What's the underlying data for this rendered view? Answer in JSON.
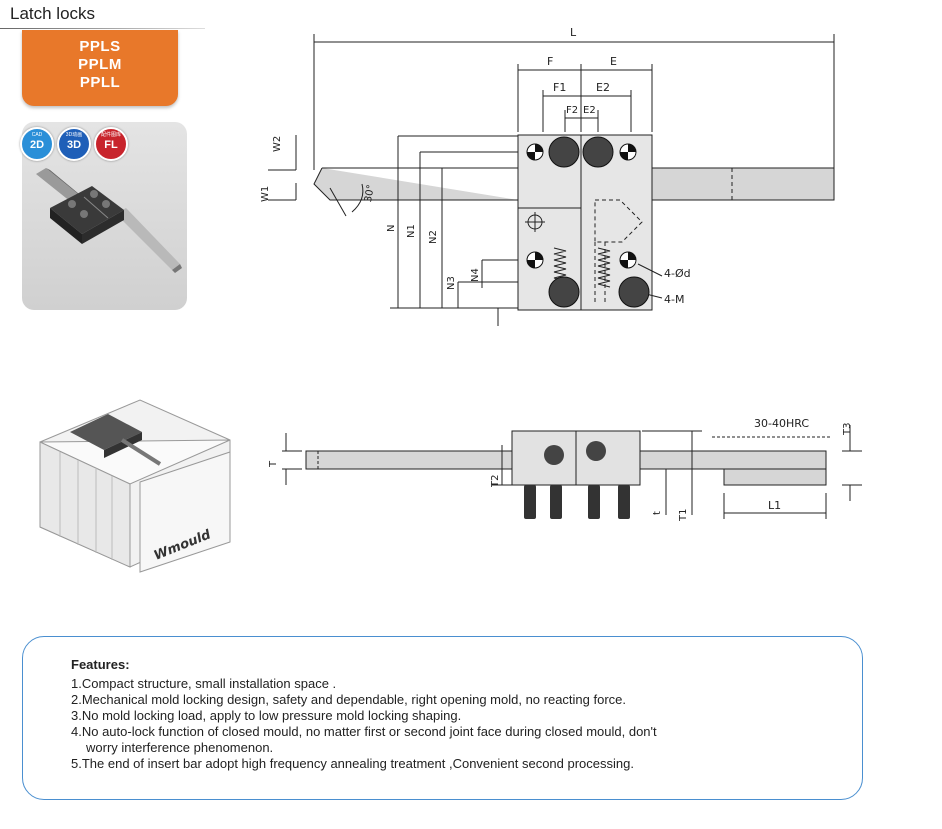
{
  "header": {
    "title": "Latch locks"
  },
  "models": [
    "PPLS",
    "PPLM",
    "PPLL"
  ],
  "badges": [
    {
      "small": "CAD",
      "big": "2D",
      "color": "#2a8fd8"
    },
    {
      "small": "3D动画",
      "big": "3D",
      "color": "#1f5fb8"
    },
    {
      "small": "配件图库",
      "big": "FL",
      "color": "#c8242c"
    }
  ],
  "drawing_top": {
    "L": "L",
    "F": "F",
    "E": "E",
    "F1": "F1",
    "E2": "E2",
    "F2": "F2",
    "E2b": "E2",
    "W2": "W2",
    "W1": "W1",
    "angle": "30°",
    "N": "N",
    "N1": "N1",
    "N2": "N2",
    "N3": "N3",
    "N4": "N4",
    "hole": "4-Ød",
    "screw": "4-M"
  },
  "drawing_side": {
    "T": "T",
    "T2": "T2",
    "t": "t",
    "T1": "T1",
    "T3": "T3",
    "L1": "L1",
    "hardness": "30-40HRC"
  },
  "mold_label": "Wmould",
  "features": {
    "heading": "Features:",
    "lines": [
      "1.Compact structure, small installation space .",
      "2.Mechanical mold locking design, safety and dependable, right opening mold, no reacting force.",
      "3.No mold locking load, apply to low pressure mold locking shaping.",
      "4.No auto-lock function of closed mould, no matter first or second joint face during closed mould, don't",
      "   worry interference phenomenon.",
      "5.The end of insert bar adopt high frequency annealing treatment ,Convenient second processing."
    ]
  }
}
